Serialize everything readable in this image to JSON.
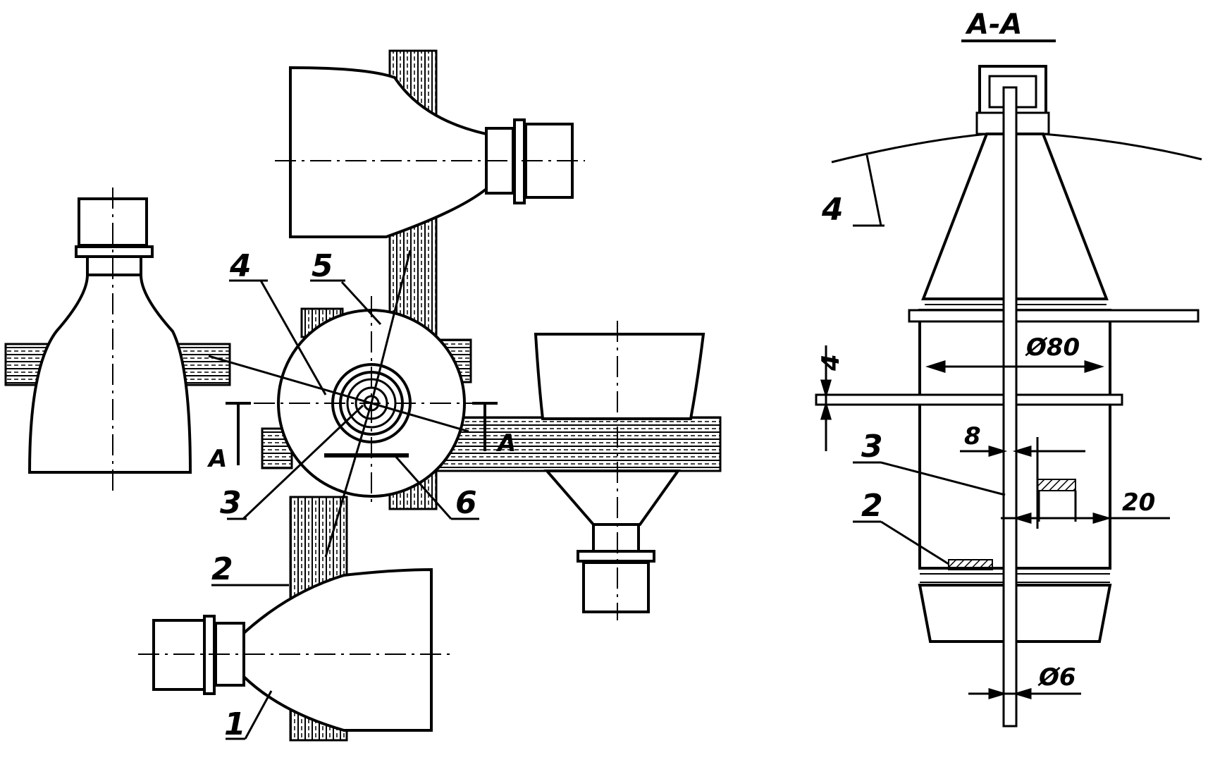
{
  "front_view": {
    "labels": {
      "l1": "1",
      "l2": "2",
      "l3": "3",
      "l4": "4",
      "l5": "5",
      "l6": "6"
    },
    "cut_marks": {
      "left": "A",
      "right": "A"
    }
  },
  "section_view": {
    "title": "A-A",
    "labels": {
      "l2": "2",
      "l3": "3",
      "l4": "4"
    },
    "dimensions": {
      "d80": "Ø80",
      "d8": "8",
      "d20": "20",
      "d4": "4",
      "d6": "Ø6"
    }
  },
  "colors": {
    "ink": "#000000",
    "paper": "#ffffff"
  }
}
